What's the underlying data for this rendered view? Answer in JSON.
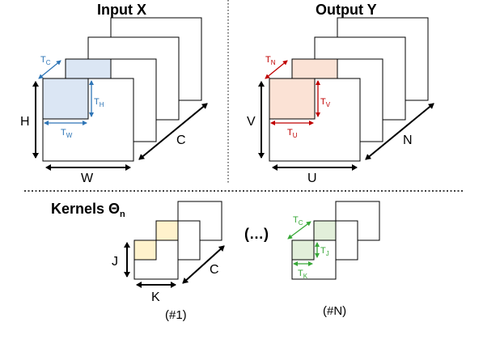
{
  "colors": {
    "input_tile": "#dbe6f4",
    "input_accent": "#2e75b6",
    "output_tile": "#fbe2d5",
    "output_accent": "#c00000",
    "kernel1_tile": "#fff2cc",
    "kernelN_tile": "#e2efda",
    "kernelN_accent": "#38a838",
    "line": "#000000"
  },
  "input": {
    "title": "Input X",
    "dim_h": "H",
    "dim_w": "W",
    "dim_c": "C",
    "tile_c_main": "T",
    "tile_c_sub": "C",
    "tile_h_main": "T",
    "tile_h_sub": "H",
    "tile_w_main": "T",
    "tile_w_sub": "W"
  },
  "output": {
    "title": "Output Y",
    "dim_v": "V",
    "dim_u": "U",
    "dim_n": "N",
    "tile_n_main": "T",
    "tile_n_sub": "N",
    "tile_v_main": "T",
    "tile_v_sub": "V",
    "tile_u_main": "T",
    "tile_u_sub": "U"
  },
  "kernels": {
    "title_main": "Kernels Θ",
    "title_sub": "n",
    "dim_j": "J",
    "dim_k": "K",
    "dim_c": "C",
    "caption_first": "(#1)",
    "ellipsis": "(…)",
    "caption_last": "(#N)",
    "tile_c_main": "T",
    "tile_c_sub": "C",
    "tile_j_main": "T",
    "tile_j_sub": "J",
    "tile_k_main": "T",
    "tile_k_sub": "K"
  }
}
